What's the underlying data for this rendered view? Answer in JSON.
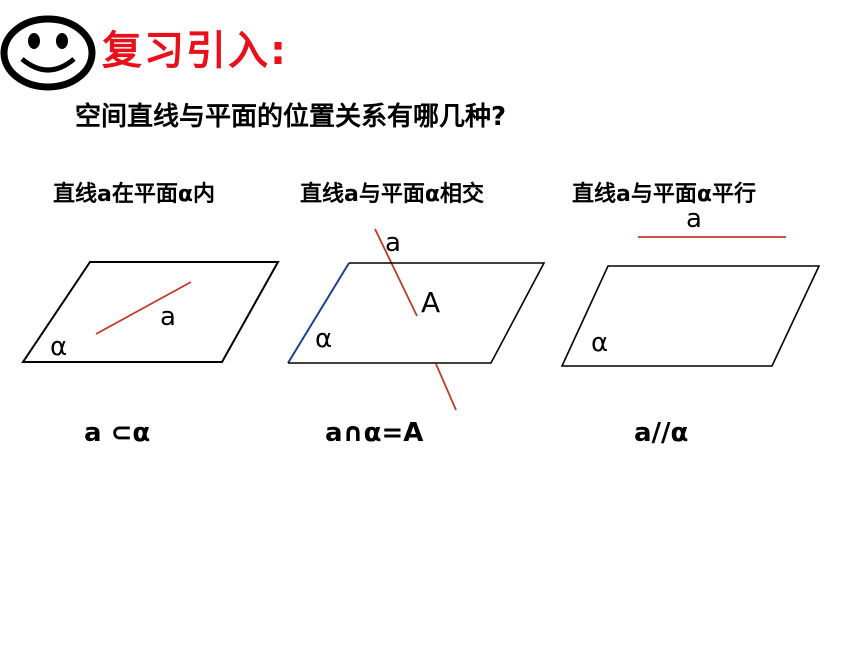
{
  "header": {
    "title": "复习引入:",
    "question": "空间直线与平面的位置关系有哪几种?"
  },
  "cases": [
    {
      "caption": "直线a在平面α内",
      "relation": "a ⊂α",
      "line_label": "a",
      "plane_label": "α"
    },
    {
      "caption": "直线a与平面α相交",
      "relation": "a∩α=A",
      "line_label": "a",
      "point_label": "A",
      "plane_label": "α"
    },
    {
      "caption": "直线a与平面α平行",
      "relation": "a//α",
      "line_label": "a",
      "plane_label": "α"
    }
  ],
  "colors": {
    "title": "#e8101a",
    "line": "#c0392b",
    "plane_edge": "#1f3f8f"
  },
  "icons": {
    "smiley": "smiley-face-icon"
  }
}
